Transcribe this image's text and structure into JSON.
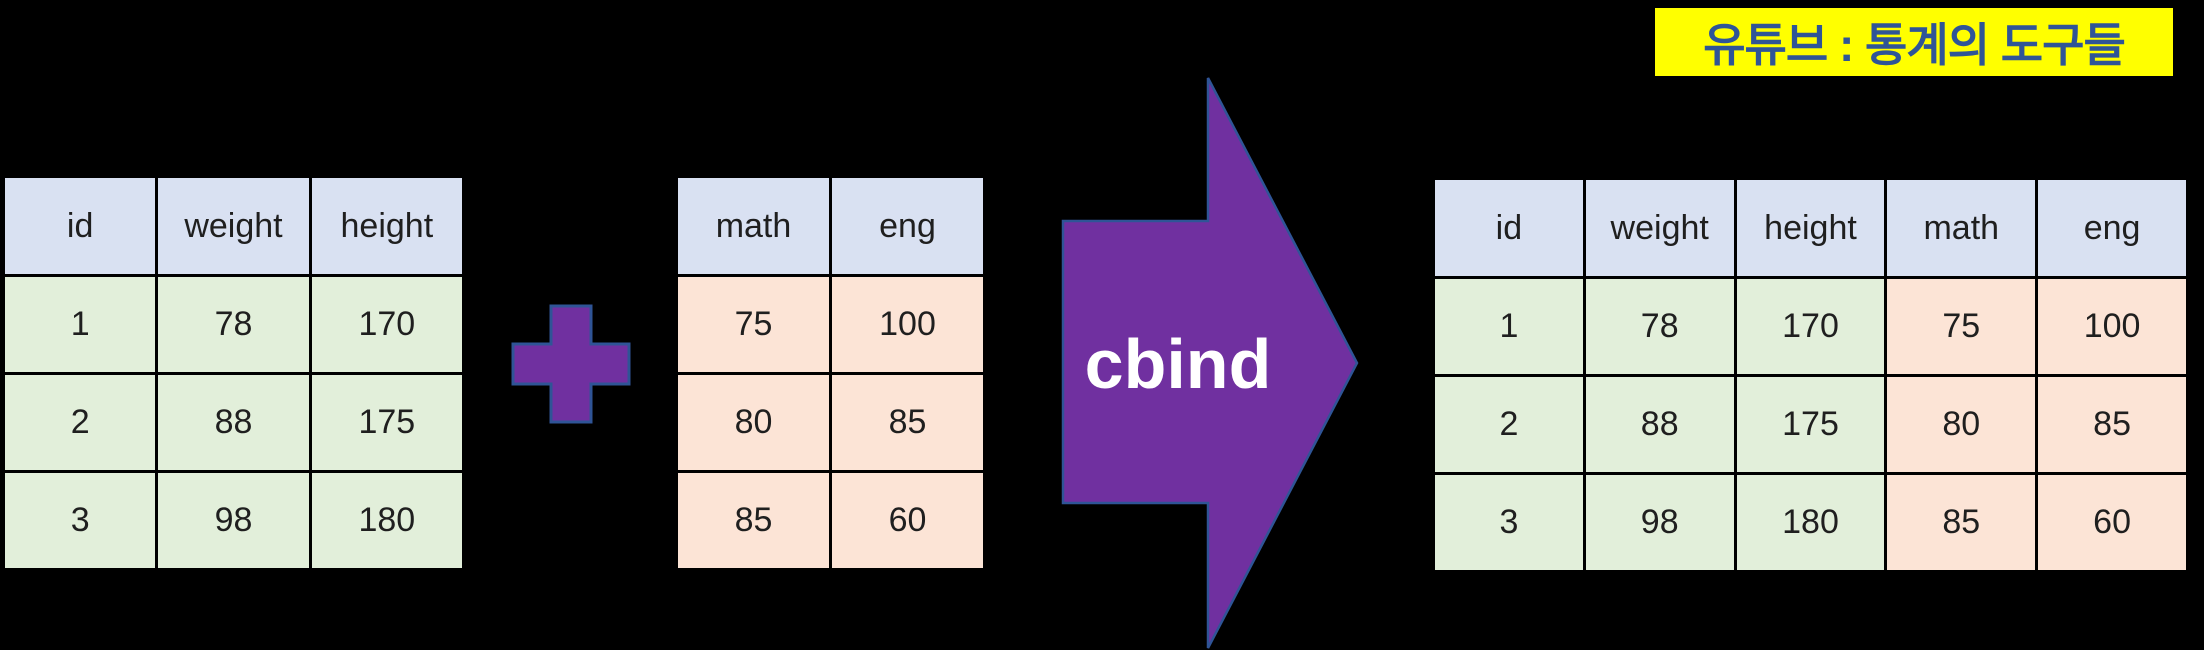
{
  "banner": {
    "text": "유튜브 : 통계의 도구들"
  },
  "operator": {
    "icon": "plus"
  },
  "arrow": {
    "label": "cbind"
  },
  "tables": {
    "left": {
      "headers": [
        "id",
        "weight",
        "height"
      ],
      "rows": [
        [
          "1",
          "78",
          "170"
        ],
        [
          "2",
          "88",
          "175"
        ],
        [
          "3",
          "98",
          "180"
        ]
      ]
    },
    "scores": {
      "headers": [
        "math",
        "eng"
      ],
      "rows": [
        [
          "75",
          "100"
        ],
        [
          "80",
          "85"
        ],
        [
          "85",
          "60"
        ]
      ]
    },
    "result": {
      "headers": [
        "id",
        "weight",
        "height",
        "math",
        "eng"
      ],
      "rows": [
        [
          "1",
          "78",
          "170",
          "75",
          "100"
        ],
        [
          "2",
          "88",
          "175",
          "80",
          "85"
        ],
        [
          "3",
          "98",
          "180",
          "85",
          "60"
        ]
      ]
    }
  },
  "colors": {
    "canvas-bg": "#000000",
    "header-fill": "#D9E1F2",
    "green-fill": "#E2EFDA",
    "peach-fill": "#FCE4D6",
    "shape-purple": "#7030A0",
    "shape-stroke": "#2F5496",
    "banner-bg": "#FFFF00",
    "banner-text": "#2F5597",
    "cell-text": "#1F1F1F",
    "grid-line": "#000000",
    "arrow-label-color": "#FFFFFF"
  }
}
